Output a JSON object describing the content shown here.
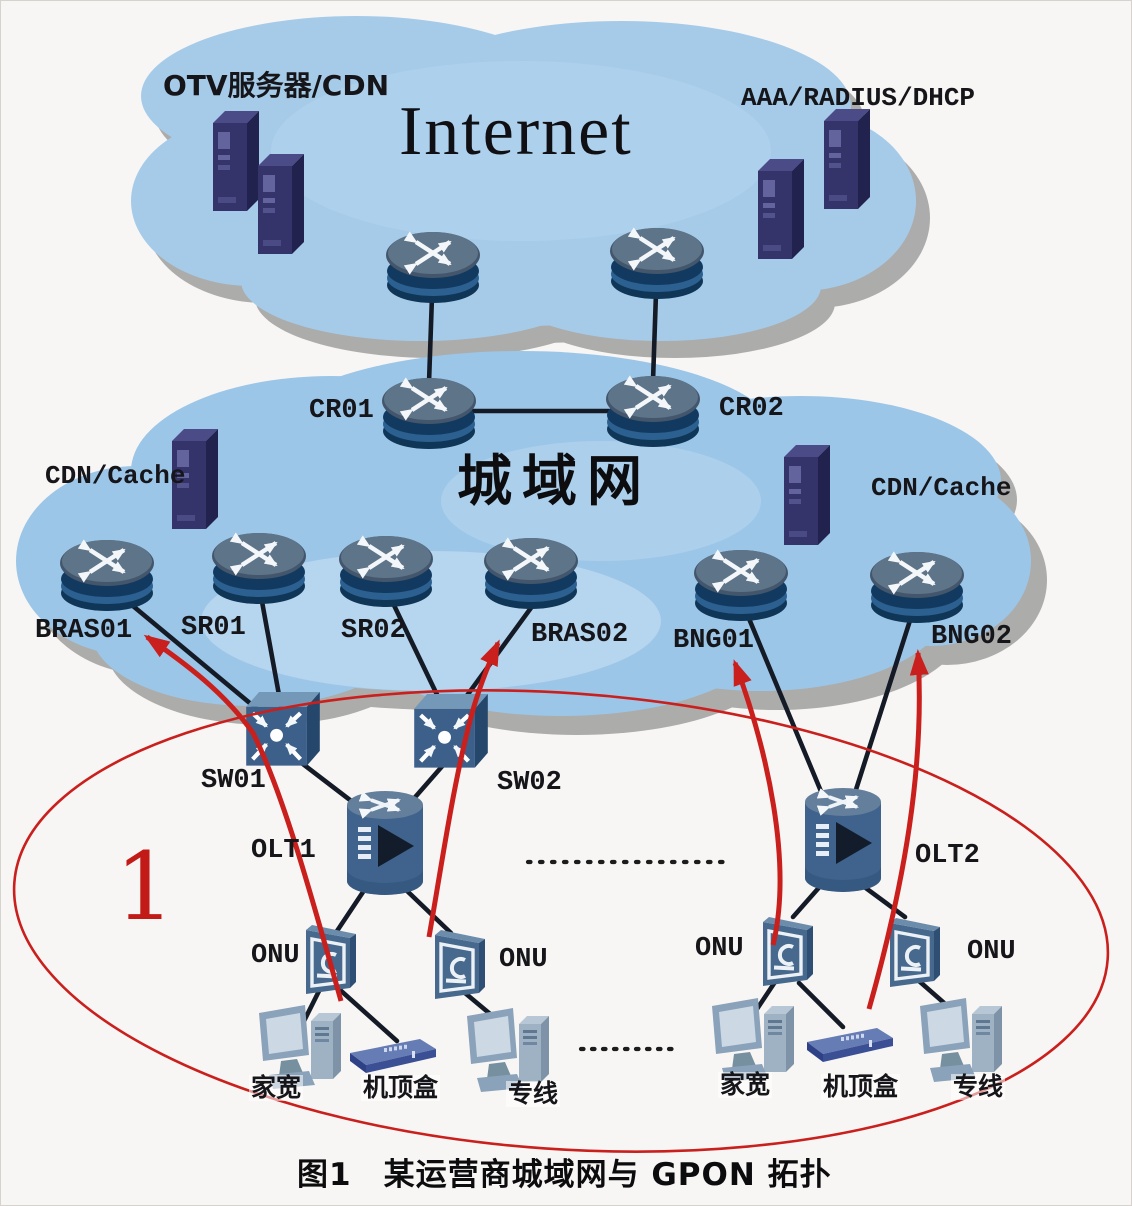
{
  "caption": "图1　某运营商城域网与 GPON 拓扑",
  "clouds": {
    "internet": "Internet",
    "metro": "城域网"
  },
  "servers": {
    "otv": "OTV服务器/CDN",
    "aaa": "AAA/RADIUS/DHCP",
    "cdn_left": "CDN/Cache",
    "cdn_right": "CDN/Cache"
  },
  "routers": {
    "cr01": "CR01",
    "cr02": "CR02",
    "bras01": "BRAS01",
    "sr01": "SR01",
    "sr02": "SR02",
    "bras02": "BRAS02",
    "bng01": "BNG01",
    "bng02": "BNG02"
  },
  "switches": {
    "sw01": "SW01",
    "sw02": "SW02"
  },
  "olts": {
    "olt1": "OLT1",
    "olt2": "OLT2"
  },
  "onus": {
    "left1": "ONU",
    "left2": "ONU",
    "right1": "ONU",
    "right2": "ONU"
  },
  "endpoints": {
    "home_left": "家宽",
    "stb_left": "机顶盒",
    "line_left": "专线",
    "home_right": "家宽",
    "stb_right": "机顶盒",
    "line_right": "专线"
  },
  "annotations": {
    "highlight_number": "1"
  },
  "colors": {
    "internet_cloud_blue": "#a6cbe9",
    "metro_cloud_blue": "#9cc6e8",
    "annotation_red": "#c9201d",
    "link_black": "#141b26",
    "device_steel_blue": "#3c608a",
    "server_indigo": "#34346a"
  }
}
